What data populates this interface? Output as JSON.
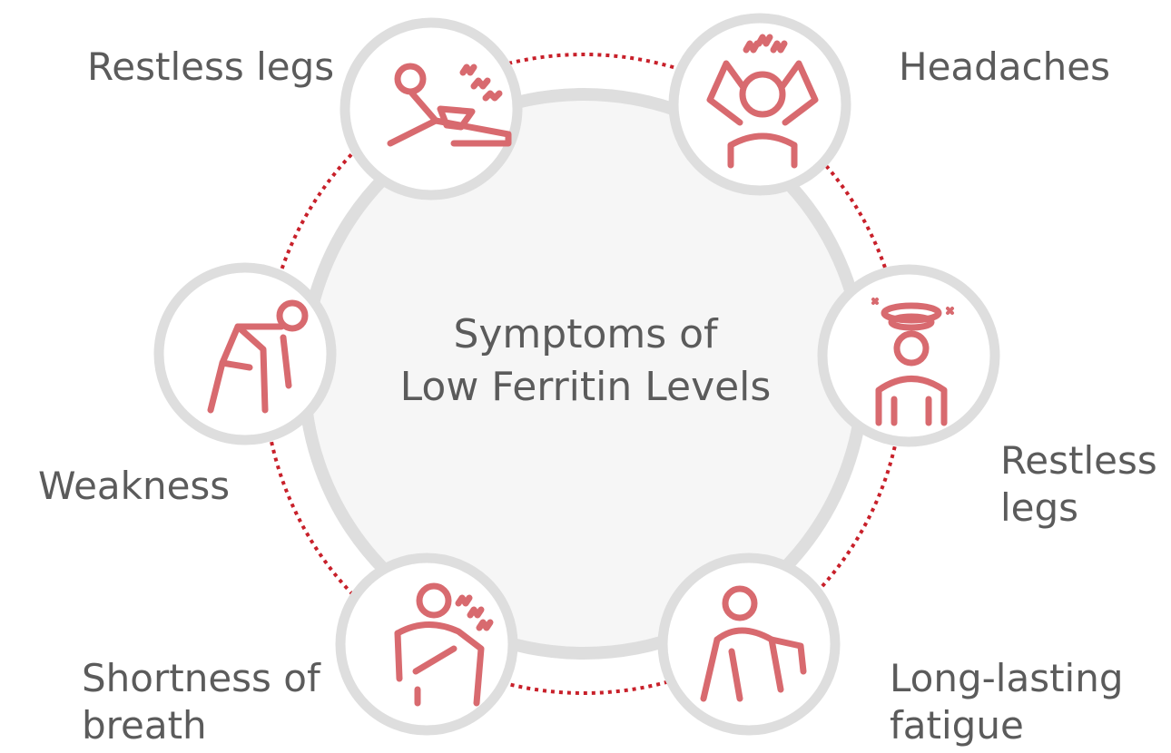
{
  "title": {
    "line1": "Symptoms of",
    "line2": "Low Ferritin Levels"
  },
  "colors": {
    "accent": "#d86a6f",
    "ring": "#dedede",
    "center_fill": "#f6f6f6",
    "dotted_ring": "#c8202a",
    "text": "#5b5b5b"
  },
  "symptoms": [
    {
      "icon": "restless-legs-icon",
      "line1": "Restless legs",
      "line2": ""
    },
    {
      "icon": "headache-icon",
      "line1": "Headaches",
      "line2": ""
    },
    {
      "icon": "dizziness-icon",
      "line1": "Restless",
      "line2": "legs"
    },
    {
      "icon": "fatigue-icon",
      "line1": "Long-lasting",
      "line2": "fatigue"
    },
    {
      "icon": "shortness-of-breath-icon",
      "line1": "Shortness of",
      "line2": "breath"
    },
    {
      "icon": "weakness-icon",
      "line1": "Weakness",
      "line2": ""
    }
  ]
}
